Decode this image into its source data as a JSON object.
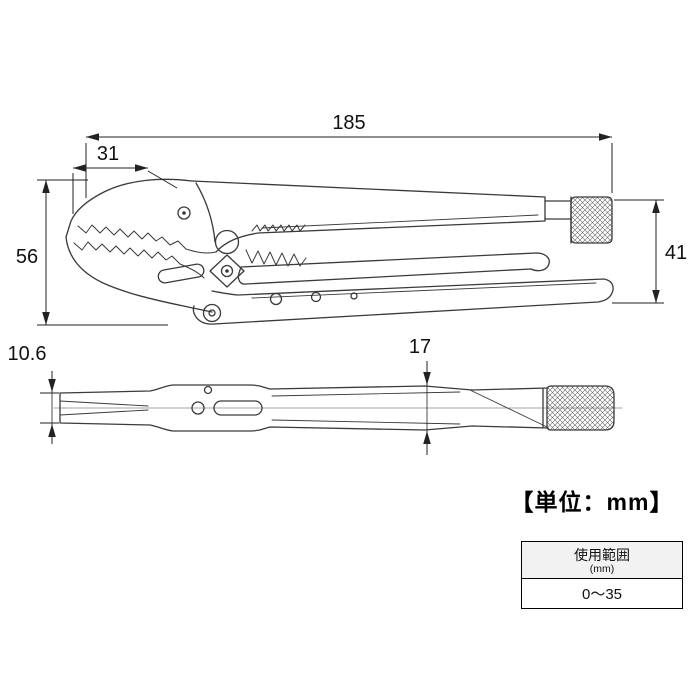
{
  "drawing": {
    "dim_overall_length": "185",
    "dim_jaw_length": "31",
    "dim_head_height": "56",
    "dim_handle_height": "41",
    "dim_tip_thickness": "10.6",
    "dim_body_thickness": "17",
    "unit_label": "【単位：mm】"
  },
  "spec_table": {
    "header": "使用範囲",
    "header_unit": "(mm)",
    "range_value": "0～35"
  },
  "colors": {
    "line": "#3a3a3a",
    "dimension": "#222222",
    "table_header_bg": "#f2f2f2"
  }
}
